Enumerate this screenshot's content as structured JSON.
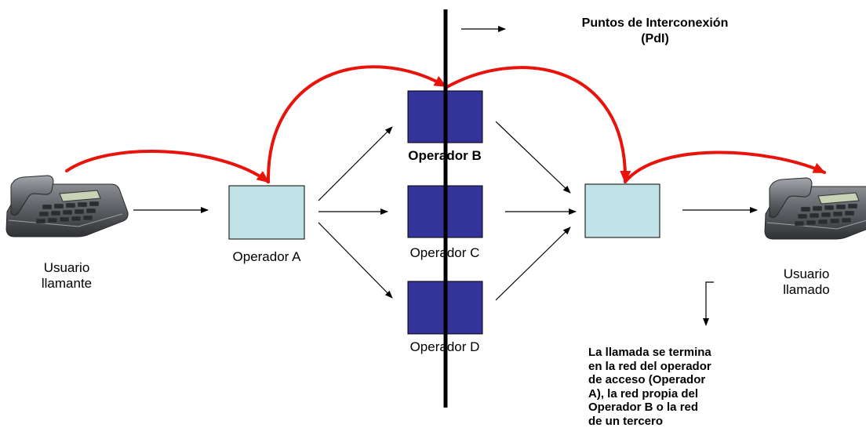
{
  "interconnection_label": {
    "line1": "Puntos de Interconexión",
    "line2": "(PdI)"
  },
  "caller": {
    "line1": "Usuario",
    "line2": "llamante",
    "icon": "telephone-icon"
  },
  "callee": {
    "line1": "Usuario",
    "line2": "llamado",
    "icon": "telephone-icon"
  },
  "operators": {
    "a": "Operador A",
    "b": "Operador B",
    "c": "Operador C",
    "d": "Operador D"
  },
  "note": {
    "lines": [
      "La llamada se termina",
      "en la red del operador",
      "de acceso (Operador",
      "A), la red propia del",
      "Operador B o la red",
      "de un tercero"
    ]
  },
  "colors": {
    "transit_operator_fill": "#333399",
    "access_operator_fill": "#bfe3e6",
    "call_path": "#e8140c",
    "interconnection_line": "#000000"
  }
}
